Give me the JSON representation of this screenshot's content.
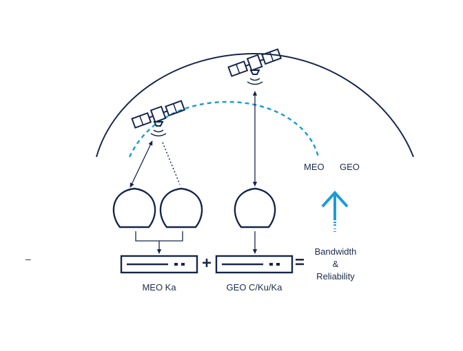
{
  "orbits": {
    "meo_label": "MEO",
    "geo_label": "GEO"
  },
  "modems": {
    "meo_label": "MEO Ka",
    "geo_label": "GEO C/Ku/Ka"
  },
  "equation": {
    "plus": "+",
    "equals": "="
  },
  "result": {
    "line1": "Bandwidth",
    "line2": "&",
    "line3": "Reliability"
  },
  "margin_mark": "–",
  "colors": {
    "navy": "#14254a",
    "accent": "#1a9cd8"
  }
}
